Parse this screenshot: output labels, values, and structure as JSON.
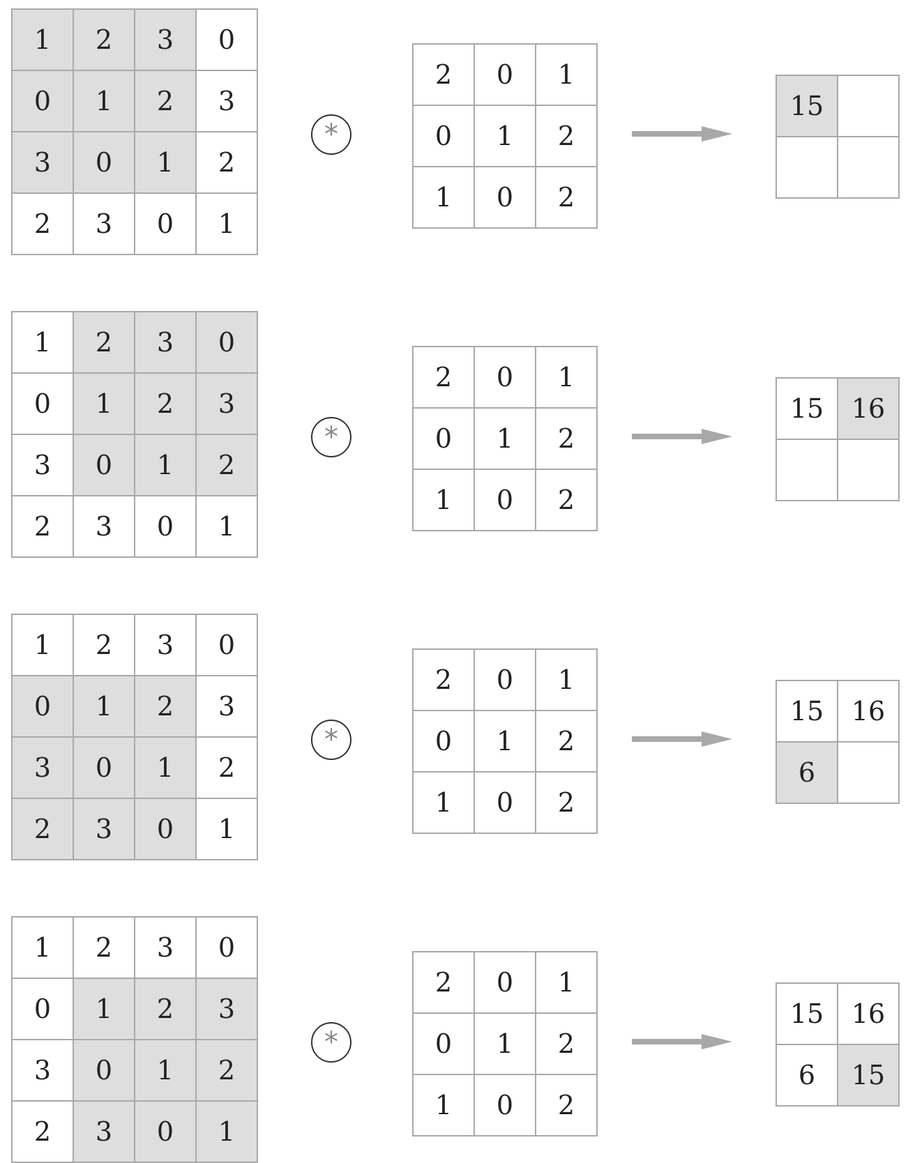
{
  "operator_symbol": "*",
  "colors": {
    "highlight": "#dedede",
    "border": "#a9a9a9",
    "arrow": "#a8a8a8"
  },
  "steps": [
    {
      "input": [
        [
          "1",
          "2",
          "3",
          "0"
        ],
        [
          "0",
          "1",
          "2",
          "3"
        ],
        [
          "3",
          "0",
          "1",
          "2"
        ],
        [
          "2",
          "3",
          "0",
          "1"
        ]
      ],
      "window": {
        "row": 0,
        "col": 0,
        "size": 3
      },
      "kernel": [
        [
          "2",
          "0",
          "1"
        ],
        [
          "0",
          "1",
          "2"
        ],
        [
          "1",
          "0",
          "2"
        ]
      ],
      "output": [
        [
          "15",
          ""
        ],
        [
          "",
          ""
        ]
      ],
      "output_highlight": {
        "row": 0,
        "col": 0
      }
    },
    {
      "input": [
        [
          "1",
          "2",
          "3",
          "0"
        ],
        [
          "0",
          "1",
          "2",
          "3"
        ],
        [
          "3",
          "0",
          "1",
          "2"
        ],
        [
          "2",
          "3",
          "0",
          "1"
        ]
      ],
      "window": {
        "row": 0,
        "col": 1,
        "size": 3
      },
      "kernel": [
        [
          "2",
          "0",
          "1"
        ],
        [
          "0",
          "1",
          "2"
        ],
        [
          "1",
          "0",
          "2"
        ]
      ],
      "output": [
        [
          "15",
          "16"
        ],
        [
          "",
          ""
        ]
      ],
      "output_highlight": {
        "row": 0,
        "col": 1
      }
    },
    {
      "input": [
        [
          "1",
          "2",
          "3",
          "0"
        ],
        [
          "0",
          "1",
          "2",
          "3"
        ],
        [
          "3",
          "0",
          "1",
          "2"
        ],
        [
          "2",
          "3",
          "0",
          "1"
        ]
      ],
      "window": {
        "row": 1,
        "col": 0,
        "size": 3
      },
      "kernel": [
        [
          "2",
          "0",
          "1"
        ],
        [
          "0",
          "1",
          "2"
        ],
        [
          "1",
          "0",
          "2"
        ]
      ],
      "output": [
        [
          "15",
          "16"
        ],
        [
          "6",
          ""
        ]
      ],
      "output_highlight": {
        "row": 1,
        "col": 0
      }
    },
    {
      "input": [
        [
          "1",
          "2",
          "3",
          "0"
        ],
        [
          "0",
          "1",
          "2",
          "3"
        ],
        [
          "3",
          "0",
          "1",
          "2"
        ],
        [
          "2",
          "3",
          "0",
          "1"
        ]
      ],
      "window": {
        "row": 1,
        "col": 1,
        "size": 3
      },
      "kernel": [
        [
          "2",
          "0",
          "1"
        ],
        [
          "0",
          "1",
          "2"
        ],
        [
          "1",
          "0",
          "2"
        ]
      ],
      "output": [
        [
          "15",
          "16"
        ],
        [
          "6",
          "15"
        ]
      ],
      "output_highlight": {
        "row": 1,
        "col": 1
      }
    }
  ]
}
